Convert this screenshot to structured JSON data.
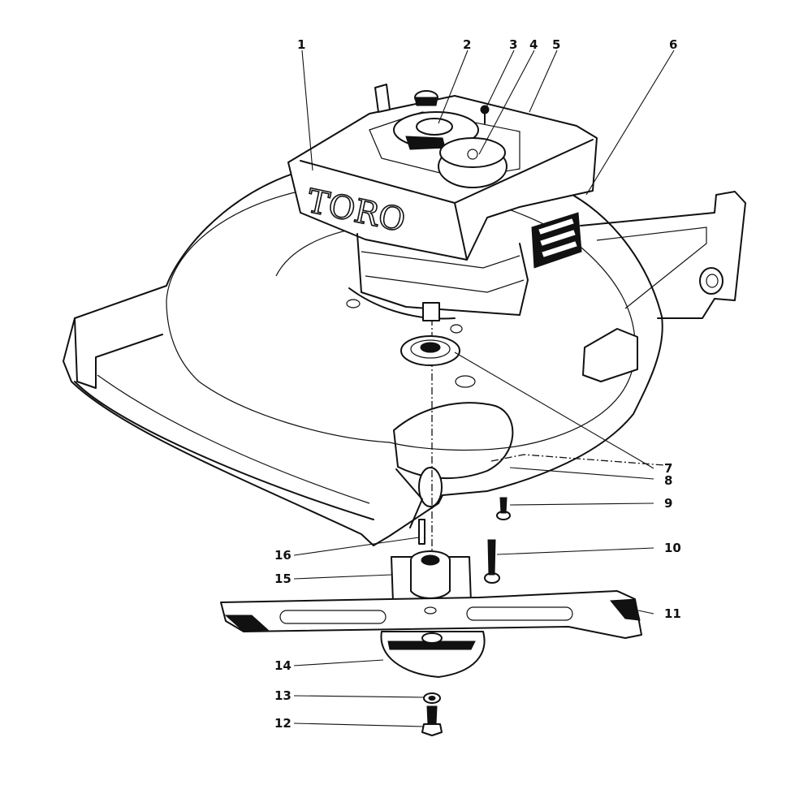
{
  "diagram": {
    "brand_text": "TORO",
    "callouts": [
      {
        "id": "c1",
        "label": "1"
      },
      {
        "id": "c2",
        "label": "2"
      },
      {
        "id": "c3",
        "label": "3"
      },
      {
        "id": "c4",
        "label": "4"
      },
      {
        "id": "c5",
        "label": "5"
      },
      {
        "id": "c6",
        "label": "6"
      },
      {
        "id": "c7",
        "label": "7"
      },
      {
        "id": "c8",
        "label": "8"
      },
      {
        "id": "c9",
        "label": "9"
      },
      {
        "id": "c10",
        "label": "10"
      },
      {
        "id": "c11",
        "label": "11"
      },
      {
        "id": "c12",
        "label": "12"
      },
      {
        "id": "c13",
        "label": "13"
      },
      {
        "id": "c14",
        "label": "14"
      },
      {
        "id": "c15",
        "label": "15"
      },
      {
        "id": "c16",
        "label": "16"
      }
    ]
  }
}
